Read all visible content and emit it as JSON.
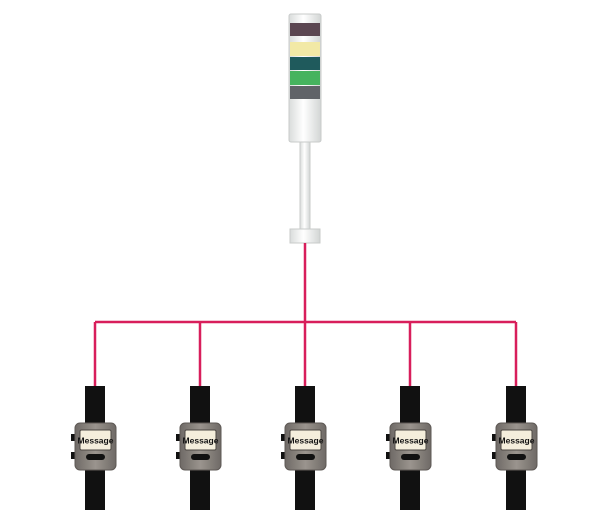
{
  "diagram": {
    "signal_tower": {
      "name": "signal-tower",
      "light_colors": [
        "#5b4651",
        "#f2e9a6",
        "#1f5a5c",
        "#46b35e",
        "#606368"
      ],
      "body_color": "#eef0ef"
    },
    "connection_color": "#d81e5b",
    "watches": [
      {
        "screen_text": "Message"
      },
      {
        "screen_text": "Message"
      },
      {
        "screen_text": "Message"
      },
      {
        "screen_text": "Message"
      },
      {
        "screen_text": "Message"
      }
    ],
    "watch_style": {
      "strap_color": "#111111",
      "case_color": "#8a8580",
      "screen_color": "#f4eedc"
    }
  }
}
